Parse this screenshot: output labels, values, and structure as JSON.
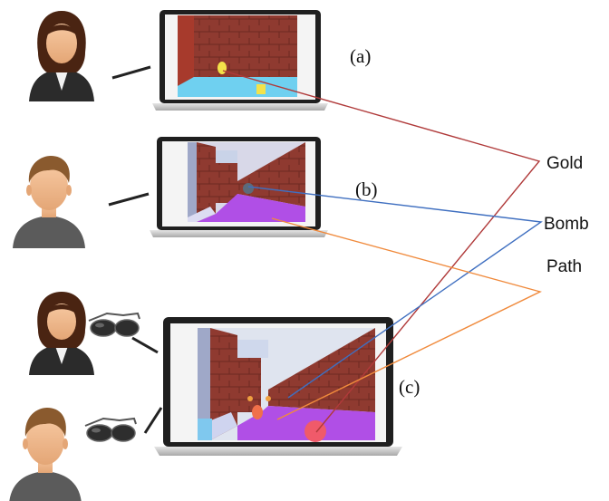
{
  "labels": {
    "a": "(a)",
    "b": "(b)",
    "c": "(c)",
    "gold": "Gold",
    "bomb": "Bomb",
    "path": "Path"
  },
  "icons": {
    "user_top": "woman-avatar-icon",
    "user_middle": "man-avatar-icon",
    "user_bottom_1": "woman-avatar-icon",
    "user_bottom_2": "man-avatar-icon",
    "glasses": "3d-glasses-icon"
  },
  "colors": {
    "gold_line": "#b03a3a",
    "bomb_line": "#3f6fc0",
    "path_line": "#f08a3c",
    "wall": "#8b2b22",
    "floor_blue": "#6fd0f0",
    "floor_purple": "#b04fe6"
  }
}
